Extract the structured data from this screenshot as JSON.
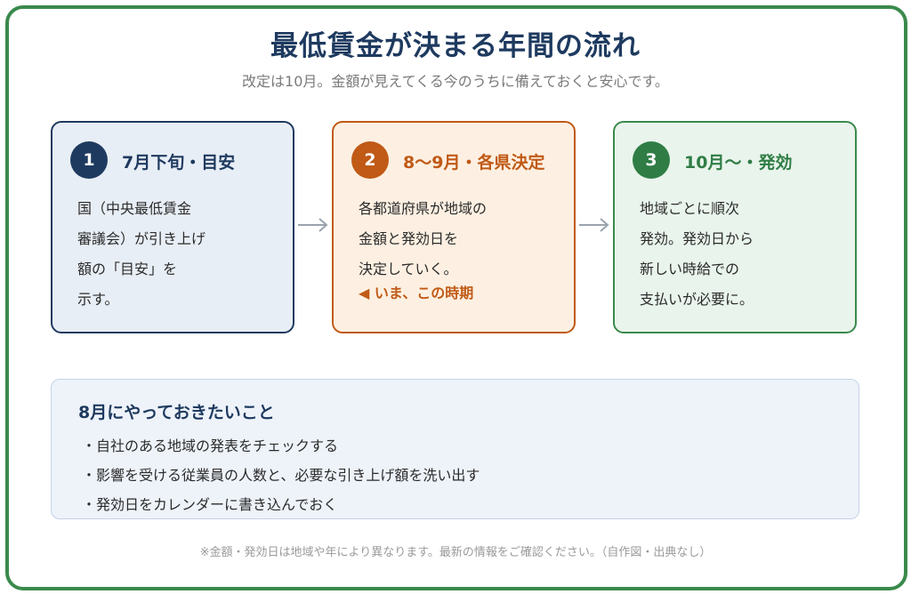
{
  "title": "最低賃金が決まる年間の流れ",
  "subtitle": "改定は10月。金額が見えてくる今のうちに備えておくと安心です。",
  "steps": [
    {
      "number": "1",
      "heading": "7月下旬・目安",
      "lines": [
        "国（中央最低賃金",
        "審議会）が引き上げ",
        "額の「目安」を",
        "示す。"
      ],
      "color": "#1e3a5f"
    },
    {
      "number": "2",
      "heading": "8〜9月・各県決定",
      "lines": [
        "各都道府県が地域の",
        "金額と発効日を",
        "決定していく。"
      ],
      "marker": "◀ いま、この時期",
      "color": "#c05a16"
    },
    {
      "number": "3",
      "heading": "10月〜・発効",
      "lines": [
        "地域ごとに順次",
        "発効。発効日から",
        "新しい時給での",
        "支払いが必要に。"
      ],
      "color": "#2f7d45"
    }
  ],
  "todo": {
    "title": "8月にやっておきたいこと",
    "items": [
      "自社のある地域の発表をチェックする",
      "影響を受ける従業員の人数と、必要な引き上げ額を洗い出す",
      "発効日をカレンダーに書き込んでおく"
    ]
  },
  "footnote": "※金額・発効日は地域や年により異なります。最新の情報をご確認ください。（自作図・出典なし）",
  "icons": {
    "flow_arrow": "arrow-right-icon"
  }
}
